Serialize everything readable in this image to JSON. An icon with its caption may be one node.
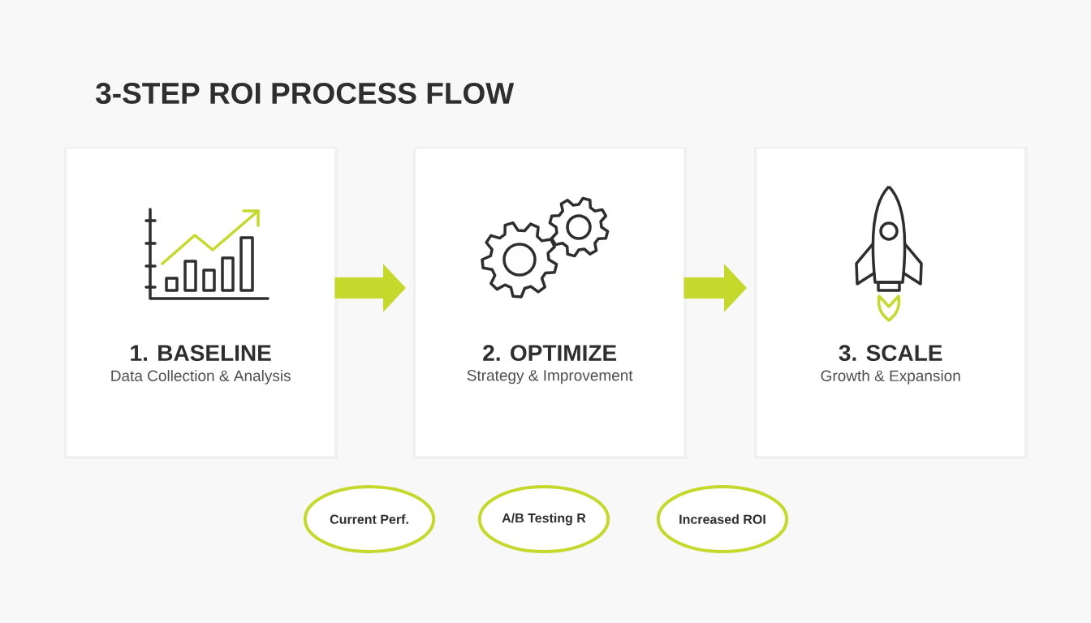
{
  "diagram": {
    "title": "3-STEP ROI PROCESS FLOW",
    "nodes": [
      {
        "text": [
          "1. BASELINE",
          "Data Collection & Analysis"
        ]
      },
      {
        "text": [
          "2. OPTIMIZE",
          "Strategy & Improvement"
        ]
      },
      {
        "text": [
          "3. SCALE",
          "Growth & Expansion"
        ]
      },
      {
        "text": [
          "Current Perf."
        ]
      },
      {
        "text": [
          "A/B Testing R"
        ]
      },
      {
        "text": [
          "Increased ROI"
        ]
      }
    ],
    "edges": [
      {
        "from": 0,
        "to": 1,
        "arrow": "to"
      },
      {
        "from": 1,
        "to": 2,
        "arrow": "to"
      }
    ]
  }
}
